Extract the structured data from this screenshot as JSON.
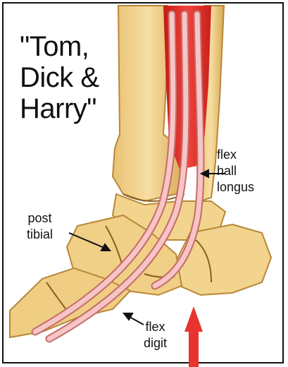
{
  "title": "\"Tom,\nDick &\nHarry\"",
  "labels": {
    "flexor_hallucis": "flex\nhall\nlongus",
    "posterior_tibial": "post\ntibial",
    "flexor_digitorum": "flex\ndigit"
  },
  "colors": {
    "bone": "#f0d08a",
    "bone_shadow": "#c99a4a",
    "muscle": "#e2231a",
    "tendon": "#f4b8b8",
    "tendon_edge": "#c76a6a",
    "arrow": "#e8332e",
    "text": "#111111"
  },
  "icons": [
    "label-pointer-arrow",
    "force-arrow"
  ]
}
